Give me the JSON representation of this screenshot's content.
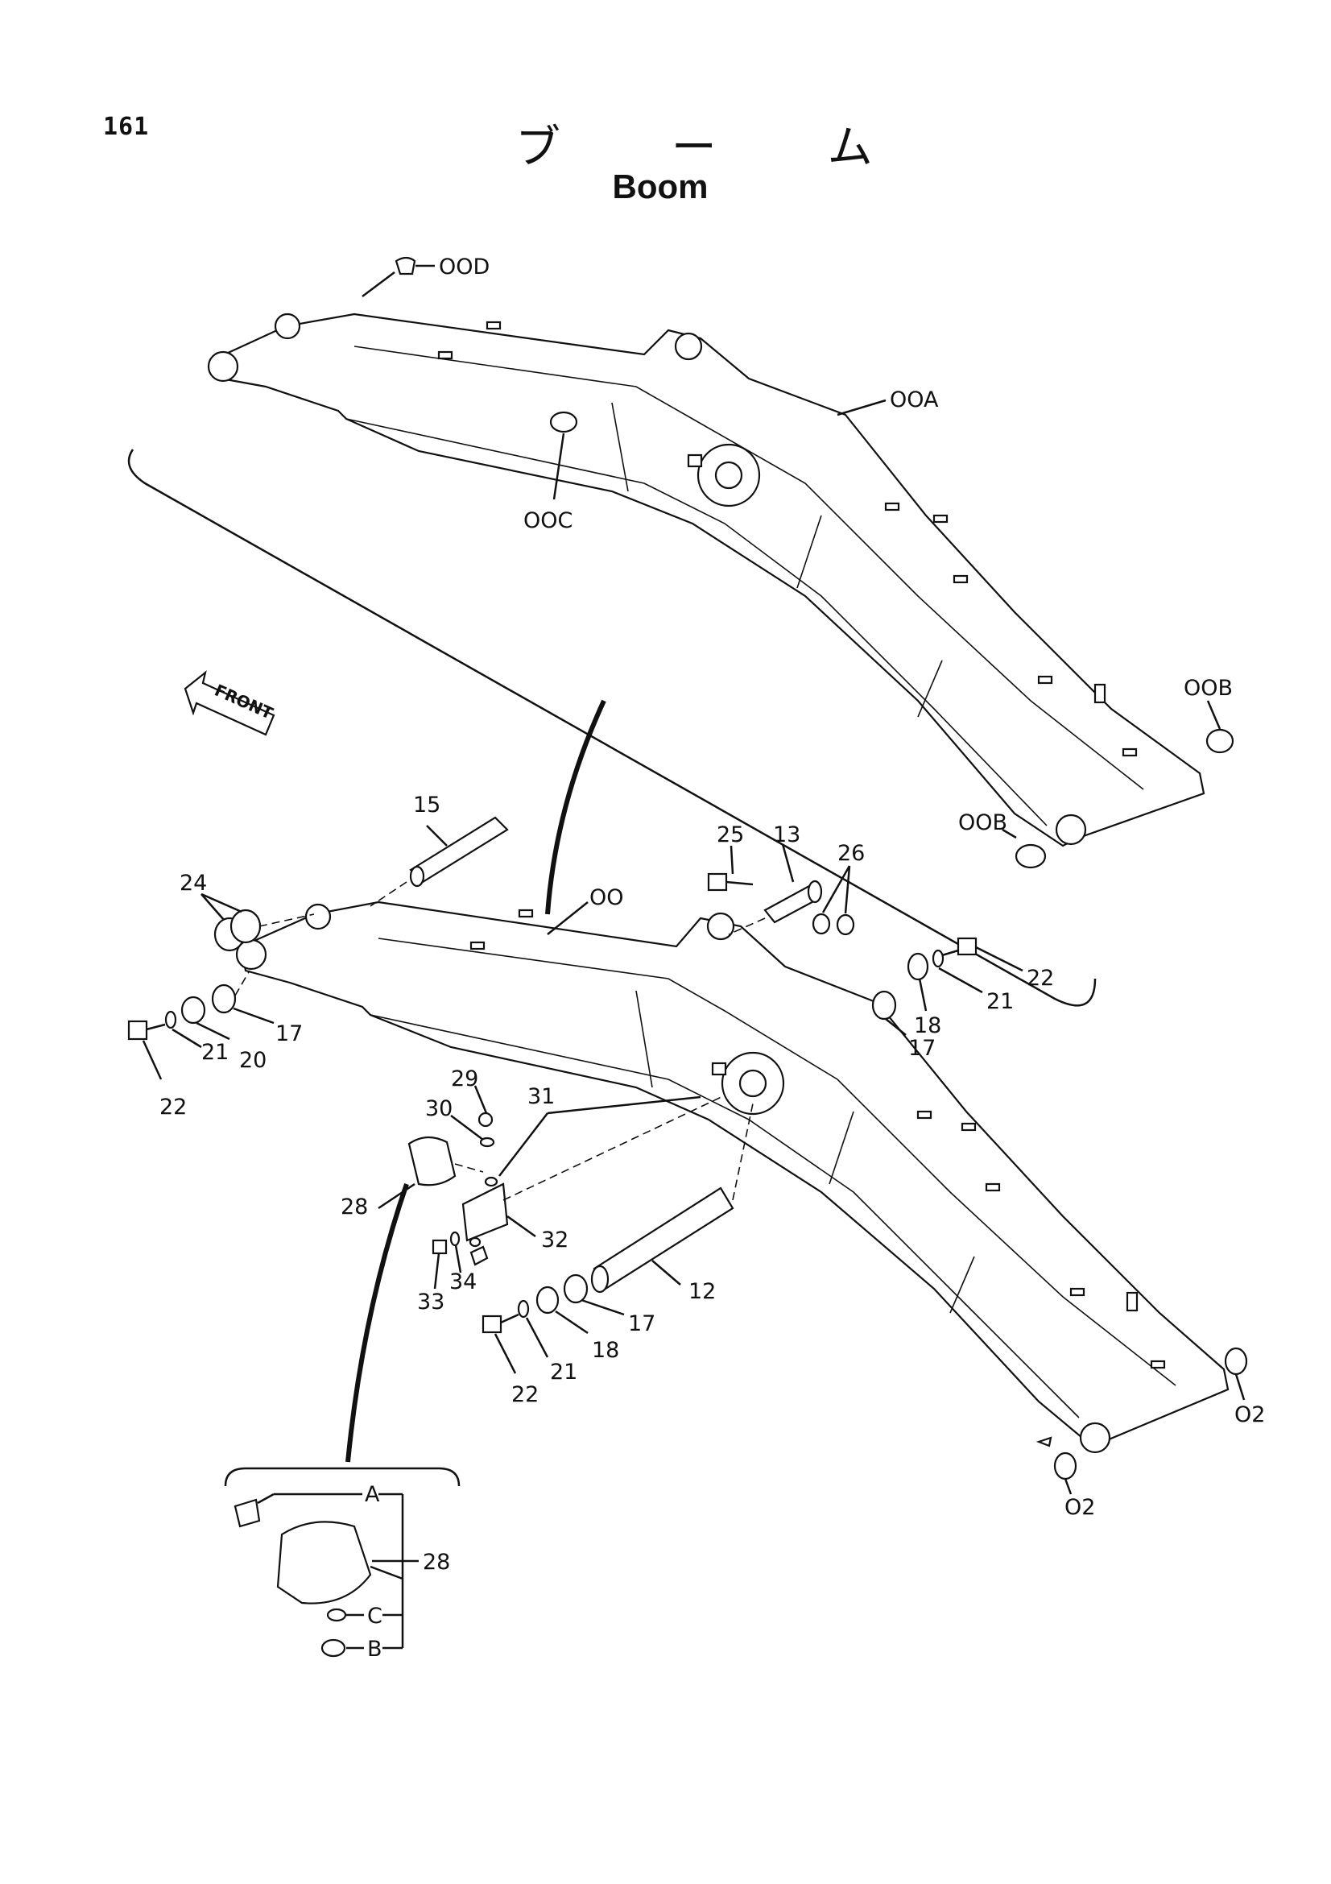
{
  "page_number": "161",
  "title_japanese": "ブ ー ム",
  "title_english": "Boom",
  "front_arrow_label": "FRONT",
  "callouts": {
    "c00D": "OOD",
    "c00A": "OOA",
    "c00C": "OOC",
    "c00B_right": "OOB",
    "c00B_left": "OOB",
    "c15": "15",
    "c00": "OO",
    "c25": "25",
    "c13": "13",
    "c26": "26",
    "c24": "24",
    "c22_right": "22",
    "c21_right": "21",
    "c18_right": "18",
    "c17_right": "17",
    "c17_left": "17",
    "c20": "20",
    "c21_left": "21",
    "c22_left": "22",
    "c29": "29",
    "c30": "30",
    "c31": "31",
    "c28": "28",
    "c32": "32",
    "c33": "33",
    "c34": "34",
    "c12": "12",
    "c17_bottom": "17",
    "c18_bottom": "18",
    "c21_bottom": "21",
    "c22_bottom": "22",
    "c02_right": "O2",
    "c02_bottom": "O2",
    "detail_A": "A",
    "detail_28": "28",
    "detail_C": "C",
    "detail_B": "B"
  }
}
